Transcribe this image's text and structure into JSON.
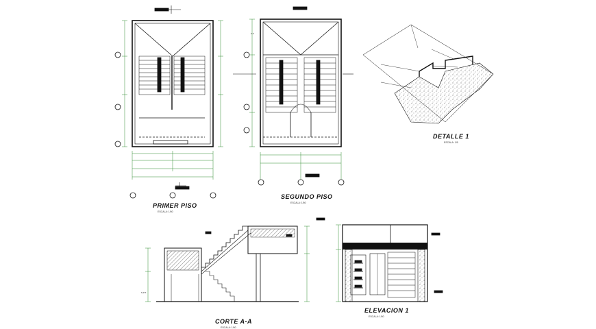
{
  "views": {
    "primer_piso": {
      "title": "PRIMER PISO",
      "scale": "ESCALA: 1/50"
    },
    "segundo_piso": {
      "title": "SEGUNDO PISO",
      "scale": "ESCALA: 1/50"
    },
    "detalle": {
      "title": "DETALLE 1",
      "scale": "ESCALA: 1/5"
    },
    "corte": {
      "title": "CORTE A-A",
      "scale": "ESCALA: 1/50"
    },
    "elevacion": {
      "title": "ELEVACION 1",
      "scale": "ESCALA: 1/50"
    }
  },
  "marks": {
    "section_a": "A-A",
    "npt": "N.P.T."
  },
  "colors": {
    "line": "#111111",
    "green": "#2e8b2e",
    "background": "#ffffff"
  }
}
